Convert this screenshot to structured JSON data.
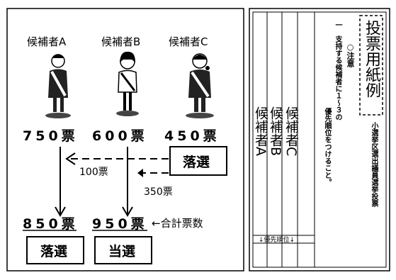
{
  "left_panel": {
    "candidates": [
      {
        "label": "候補者A",
        "votes": "750票"
      },
      {
        "label": "候補者B",
        "votes": "600票"
      },
      {
        "label": "候補者C",
        "votes": "450票"
      }
    ],
    "transfer_to_a": "100票",
    "transfer_to_b": "350票",
    "eliminated_box": "落選",
    "final_a": "850票",
    "final_b": "950票",
    "total_note": "←合計票数",
    "result_a": "落選",
    "result_b": "当選"
  },
  "right_panel": {
    "title": "投票用紙例",
    "subtitle": "小選挙区選出議員選挙投票",
    "notice_header": "○注意",
    "notice_line1": "一　支持する候補者に１〜３の",
    "notice_line2": "優先順位をつけること。",
    "ballot_columns": [
      {
        "name": "候補者A"
      },
      {
        "name": "候補者B"
      },
      {
        "name": "候補者C"
      }
    ],
    "priority_label": "↓優先順位↓"
  }
}
